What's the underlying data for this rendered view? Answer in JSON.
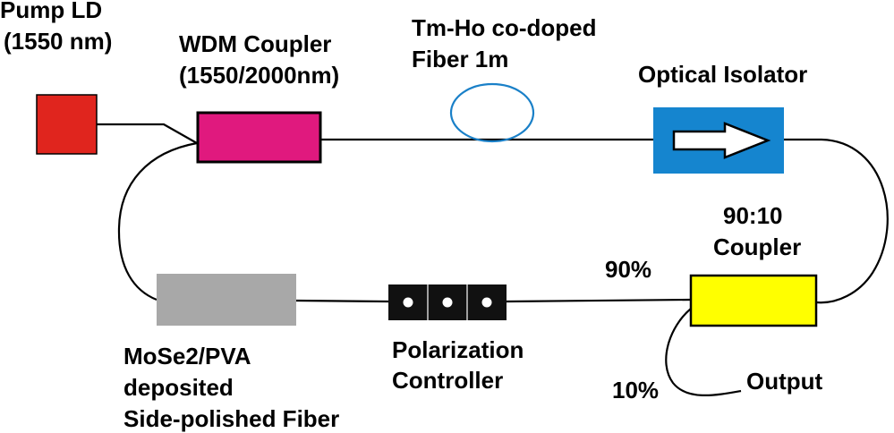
{
  "labels": {
    "pump_ld_line1": "Pump LD",
    "pump_ld_line2": "(1550 nm)",
    "wdm_line1": "WDM Coupler",
    "wdm_line2": "(1550/2000nm)",
    "fiber_line1": "Tm-Ho co-doped",
    "fiber_line2": "Fiber 1m",
    "isolator": "Optical Isolator",
    "coupler_line1": "90:10",
    "coupler_line2": "Coupler",
    "pct_90": "90%",
    "pct_10": "10%",
    "output": "Output",
    "pc_line1": "Polarization",
    "pc_line2": "Controller",
    "sa_line1": "MoSe2/PVA",
    "sa_line2": "deposited",
    "sa_line3": "Side-polished Fiber"
  },
  "colors": {
    "pump_ld": "#e0251e",
    "wdm": "#e0197e",
    "fiber_coil": "#1a80c8",
    "isolator": "#1585cf",
    "coupler": "#ffff00",
    "saturable_absorber": "#a8a8a8",
    "polarization_controller": "#111111",
    "line": "#000000"
  },
  "icons": {
    "isolator_arrow": "right-arrow-icon",
    "pc_paddle": "paddle-icon"
  }
}
